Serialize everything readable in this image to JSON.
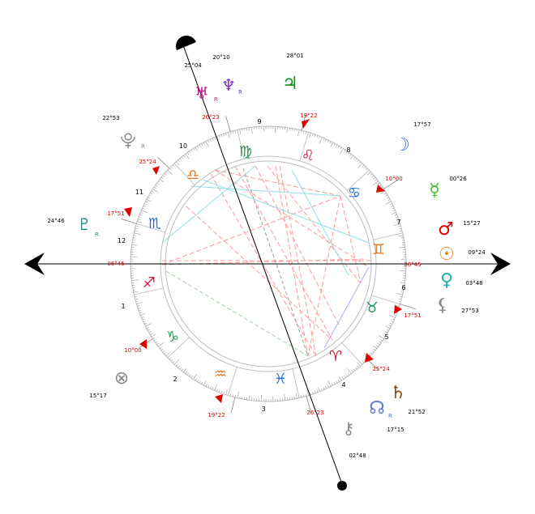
{
  "houses": {
    "numbers": [
      "1",
      "2",
      "3",
      "4",
      "5",
      "6",
      "7",
      "8",
      "9",
      "10",
      "11",
      "12"
    ]
  },
  "cusp_labels": {
    "asc": "06°45",
    "dsc": "06°45",
    "mc": "26°23",
    "ic": "26°23",
    "h11": "25°24",
    "h12": "17°51",
    "h2": "10°00",
    "h3": "19°22",
    "h5": "25°24",
    "h6": "17°51",
    "h8": "10°00",
    "h9": "19°22"
  },
  "signs": [
    {
      "name": "virgo",
      "glyph": "♍",
      "color": "#1f9a55"
    },
    {
      "name": "leo",
      "glyph": "♌",
      "color": "#d2143c"
    },
    {
      "name": "cancer",
      "glyph": "♋",
      "color": "#1e6fd8"
    },
    {
      "name": "gemini",
      "glyph": "♊",
      "color": "#e07820"
    },
    {
      "name": "taurus",
      "glyph": "♉",
      "color": "#1f9a55"
    },
    {
      "name": "aries",
      "glyph": "♈",
      "color": "#d2143c"
    },
    {
      "name": "pisces",
      "glyph": "♓",
      "color": "#1e6fd8"
    },
    {
      "name": "aquarius",
      "glyph": "♒",
      "color": "#e07820"
    },
    {
      "name": "capricorn",
      "glyph": "♑",
      "color": "#1f9a55"
    },
    {
      "name": "sagittarius",
      "glyph": "♐",
      "color": "#d2143c"
    },
    {
      "name": "scorpio",
      "glyph": "♏",
      "color": "#1e6fd8"
    },
    {
      "name": "libra",
      "glyph": "♎",
      "color": "#e07820"
    }
  ],
  "planets": [
    {
      "name": "uranus",
      "glyph": "♅",
      "degree": "25°04",
      "retro": true,
      "color": "#c0148c"
    },
    {
      "name": "neptune",
      "glyph": "♆",
      "degree": "20°10",
      "retro": true,
      "color": "#7a2cc8"
    },
    {
      "name": "jupiter",
      "glyph": "♃",
      "degree": "28°01",
      "retro": false,
      "color": "#109010"
    },
    {
      "name": "moon",
      "glyph": "☽",
      "degree": "17°57",
      "retro": false,
      "color": "#4a70e0"
    },
    {
      "name": "mercury",
      "glyph": "☿",
      "degree": "00°26",
      "retro": false,
      "color": "#40c020"
    },
    {
      "name": "mars",
      "glyph": "♂",
      "degree": "15°27",
      "retro": false,
      "color": "#e00000"
    },
    {
      "name": "sun",
      "glyph": "☉",
      "degree": "09°24",
      "retro": false,
      "color": "#e08010"
    },
    {
      "name": "venus",
      "glyph": "♀",
      "degree": "03°48",
      "retro": false,
      "color": "#20b0b0"
    },
    {
      "name": "lilith",
      "glyph": "⚸",
      "degree": "27°53",
      "retro": false,
      "color": "#888888"
    },
    {
      "name": "saturn",
      "glyph": "♄",
      "degree": "21°52",
      "retro": false,
      "color": "#8a4a10"
    },
    {
      "name": "north-node",
      "glyph": "☊",
      "degree": "17°15",
      "retro": true,
      "color": "#5a7ac8"
    },
    {
      "name": "chiron",
      "glyph": "⚷",
      "degree": "02°48",
      "retro": false,
      "color": "#888888"
    },
    {
      "name": "part-of-fortune",
      "glyph": "⊗",
      "degree": "15°17",
      "retro": false,
      "color": "#888888"
    },
    {
      "name": "pluto",
      "glyph": "♇",
      "degree": "24°46",
      "retro": true,
      "color": "#2a8a8a"
    },
    {
      "name": "south-node",
      "glyph": "⯓",
      "degree": "22°53",
      "retro": true,
      "color": "#888888"
    }
  ],
  "retro_symbol": "R"
}
